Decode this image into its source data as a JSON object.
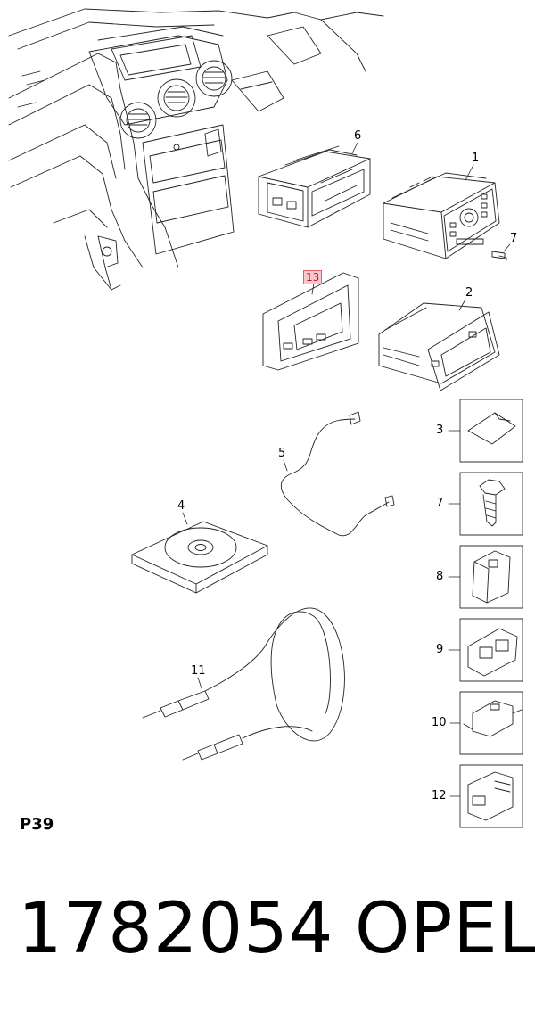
{
  "diagram": {
    "page_code": "P39",
    "callouts": {
      "c1": "1",
      "c2": "2",
      "c3": "3",
      "c4": "4",
      "c5": "5",
      "c6": "6",
      "c7_top": "7",
      "c7_box": "7",
      "c8": "8",
      "c9": "9",
      "c10": "10",
      "c11": "11",
      "c12": "12",
      "c13": "13"
    },
    "highlight_color": "#e0606a"
  },
  "footer": {
    "part_number": "1782054",
    "brand": "OPEL"
  }
}
